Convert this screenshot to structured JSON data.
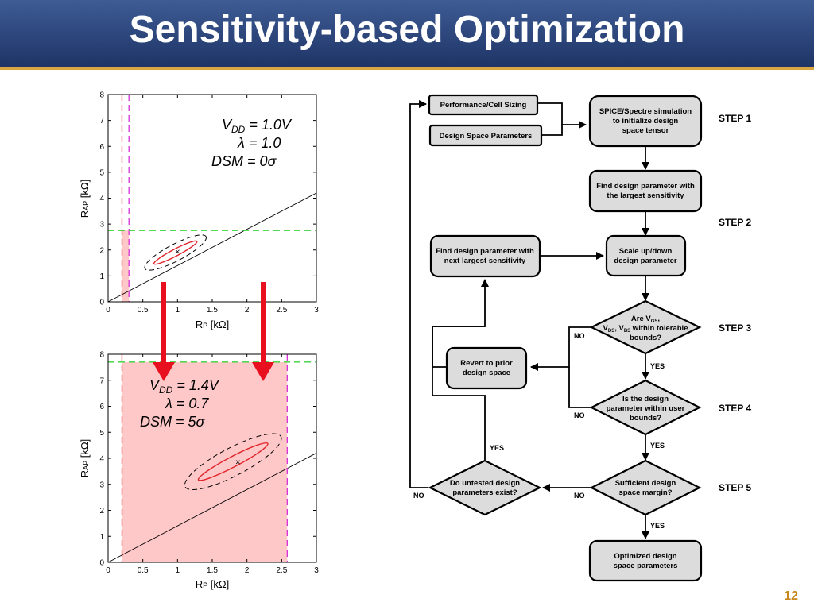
{
  "slide": {
    "title": "Sensitivity-based Optimization",
    "page_number": "12"
  },
  "colors": {
    "banner": "#2b4478",
    "accent_rule": "#d9a441",
    "feasible_fill": "#ffc8c8",
    "red_line": "#e0232a",
    "magenta_line": "#d62fd6",
    "green_line": "#3ad23a",
    "node_fill": "#dcdcdc"
  },
  "plots": [
    {
      "axes": {
        "xlim": [
          0,
          3
        ],
        "ylim": [
          0,
          8
        ],
        "xticks": [
          "0",
          "0.5",
          "1",
          "1.5",
          "2",
          "2.5",
          "3"
        ],
        "yticks": [
          "0",
          "1",
          "2",
          "3",
          "4",
          "5",
          "6",
          "7",
          "8"
        ],
        "xlabel_main": "R",
        "xlabel_sub": "P",
        "xlabel_unit": " [kΩ]",
        "ylabel_main": "R",
        "ylabel_sub": "AP",
        "ylabel_unit": " [kΩ]"
      },
      "annotation": {
        "vdd_prefix": "V",
        "vdd_sub": "DD",
        "vdd_value": " = 1.0V",
        "lambda": "λ = 1.0",
        "dsm": "DSM = 0σ"
      },
      "bounds": {
        "x_min": 0.2,
        "x_max": 0.3,
        "y_max": 2.75
      },
      "diagonal": {
        "from": [
          0,
          0
        ],
        "to": [
          3,
          4.2
        ]
      },
      "inner_ellipse": {
        "center": [
          0.97,
          1.9
        ],
        "length": 0.62,
        "width": 0.05
      },
      "outer_ellipse": {
        "center": [
          0.97,
          1.9
        ],
        "length": 0.88,
        "width": 0.12
      },
      "marker": [
        1.0,
        1.95
      ]
    },
    {
      "axes": {
        "xlim": [
          0,
          3
        ],
        "ylim": [
          0,
          8
        ],
        "xticks": [
          "0",
          "0.5",
          "1",
          "1.5",
          "2",
          "2.5",
          "3"
        ],
        "yticks": [
          "0",
          "1",
          "2",
          "3",
          "4",
          "5",
          "6",
          "7",
          "8"
        ],
        "xlabel_main": "R",
        "xlabel_sub": "P",
        "xlabel_unit": " [kΩ]",
        "ylabel_main": "R",
        "ylabel_sub": "AP",
        "ylabel_unit": " [kΩ]"
      },
      "annotation": {
        "vdd_prefix": "V",
        "vdd_sub": "DD",
        "vdd_value": " = 1.4V",
        "lambda": "λ = 0.7",
        "dsm": "DSM = 5σ"
      },
      "bounds": {
        "x_min": 0.2,
        "x_max": 2.58,
        "y_max": 7.7
      },
      "diagonal": {
        "from": [
          0,
          0
        ],
        "to": [
          3,
          4.2
        ]
      },
      "inner_ellipse": {
        "center": [
          1.8,
          3.87
        ],
        "length": 1.0,
        "width": 0.075
      },
      "outer_ellipse": {
        "center": [
          1.8,
          3.87
        ],
        "length": 1.38,
        "width": 0.2
      },
      "marker": [
        1.87,
        3.87
      ]
    }
  ],
  "flowchart": {
    "nodes": {
      "perf_sizing": [
        "Performance/Cell Sizing"
      ],
      "design_space_params": [
        "Design Space Parameters"
      ],
      "spice": [
        "SPICE/Spectre simulation",
        "to initialize design",
        "space tensor"
      ],
      "find_largest": [
        "Find design parameter with",
        "the largest sensitivity"
      ],
      "scale": [
        "Scale up/down",
        "design parameter"
      ],
      "find_next": [
        "Find design parameter with",
        "next largest sensitivity"
      ],
      "revert": [
        "Revert to prior",
        "design space"
      ],
      "vgs_question": [
        "Are V",
        "GS",
        ",",
        "V",
        "DS",
        ", V",
        "BS",
        " within tolerable",
        "bounds?"
      ],
      "within_user": [
        "Is the design",
        "parameter within user",
        "bounds?"
      ],
      "sufficient_margin": [
        "Sufficient design",
        "space margin?"
      ],
      "untested": [
        "Do untested design",
        "parameters exist?"
      ],
      "optimized": [
        "Optimized design",
        "space parameters"
      ]
    },
    "edge_labels": {
      "step3_no": "NO",
      "step3_yes": "YES",
      "step4_no": "NO",
      "step4_yes": "YES",
      "step5_no": "NO",
      "step5_yes": "YES",
      "untested_yes": "YES",
      "untested_no": "NO"
    },
    "steps": [
      "STEP 1",
      "STEP 2",
      "STEP 3",
      "STEP 4",
      "STEP 5"
    ]
  }
}
